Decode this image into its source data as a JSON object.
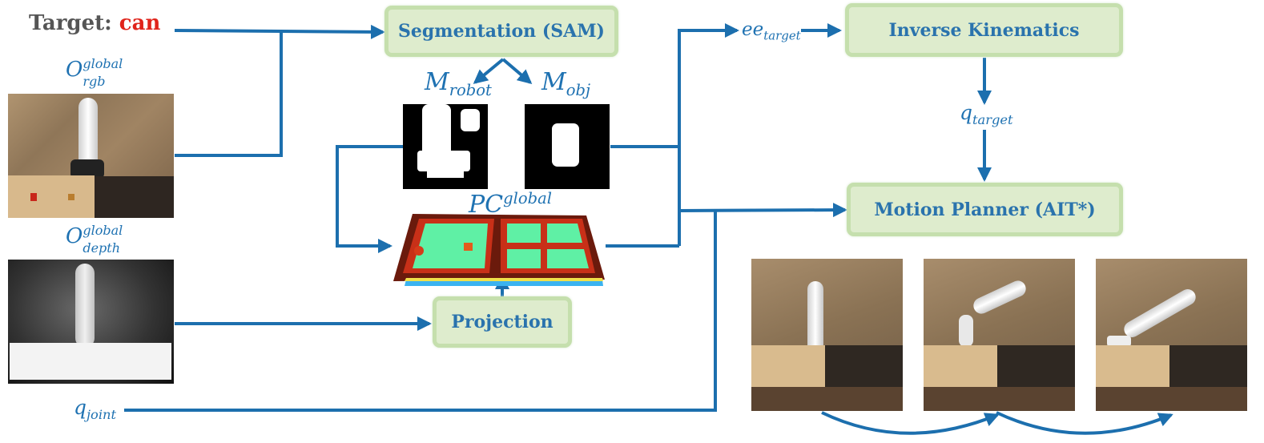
{
  "target": {
    "prefix": "Target: ",
    "object": "can"
  },
  "nodes": {
    "segmentation": "Segmentation (SAM)",
    "inverse_kinematics": "Inverse Kinematics",
    "motion_planner": "Motion Planner (AIT*)",
    "projection": "Projection"
  },
  "symbols": {
    "o_rgb": {
      "base": "O",
      "sup": "global",
      "sub": "rgb"
    },
    "o_depth": {
      "base": "O",
      "sup": "global",
      "sub": "depth"
    },
    "m_robot": {
      "base": "M",
      "sub": "robot"
    },
    "m_obj": {
      "base": "M",
      "sub": "obj"
    },
    "pc_global": {
      "base": "PC",
      "sup": "global"
    },
    "ee_target": {
      "base": "ee",
      "sub": "target"
    },
    "q_target": {
      "base": "q",
      "sub": "target"
    },
    "q_joint": {
      "base": "q",
      "sub": "joint"
    }
  },
  "colors": {
    "arrow": "#1c6fae",
    "node_fill": "#deeccd",
    "node_border": "#c5dfad",
    "node_text": "#2a73ad",
    "target_object": "#e0241b"
  }
}
